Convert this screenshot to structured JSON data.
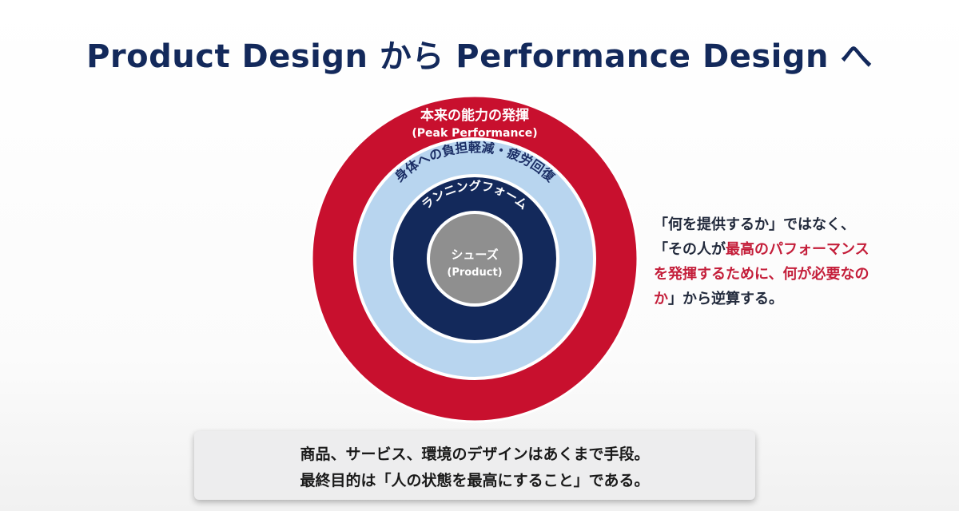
{
  "title": "Product Design から Performance Design へ",
  "diagram": {
    "rings": [
      {
        "label": "本来の能力の発揮",
        "sublabel": "(Peak Performance)",
        "color": "#c8102e"
      },
      {
        "label": "身体への負担軽減・疲労回復",
        "color": "#b8d5ef"
      },
      {
        "label": "ランニングフォーム",
        "color": "#13295b"
      },
      {
        "label": "シューズ",
        "sublabel": "(Product)",
        "color": "#8f8f8f"
      }
    ]
  },
  "message": {
    "line1": "「何を提供するか」ではなく、",
    "line2_a": "「その人が",
    "line2_b": "最高のパフォーマンス",
    "line3_a": "を発揮するために、何が必要なの",
    "line4_a": "か",
    "line4_b": "」から逆算する。"
  },
  "note": {
    "line1": "商品、サービス、環境のデザインはあくまで手段。",
    "line2": "最終目的は「人の状態を最高にすること」である。"
  },
  "colors": {
    "title": "#13295b",
    "accent": "#c41e3a"
  }
}
